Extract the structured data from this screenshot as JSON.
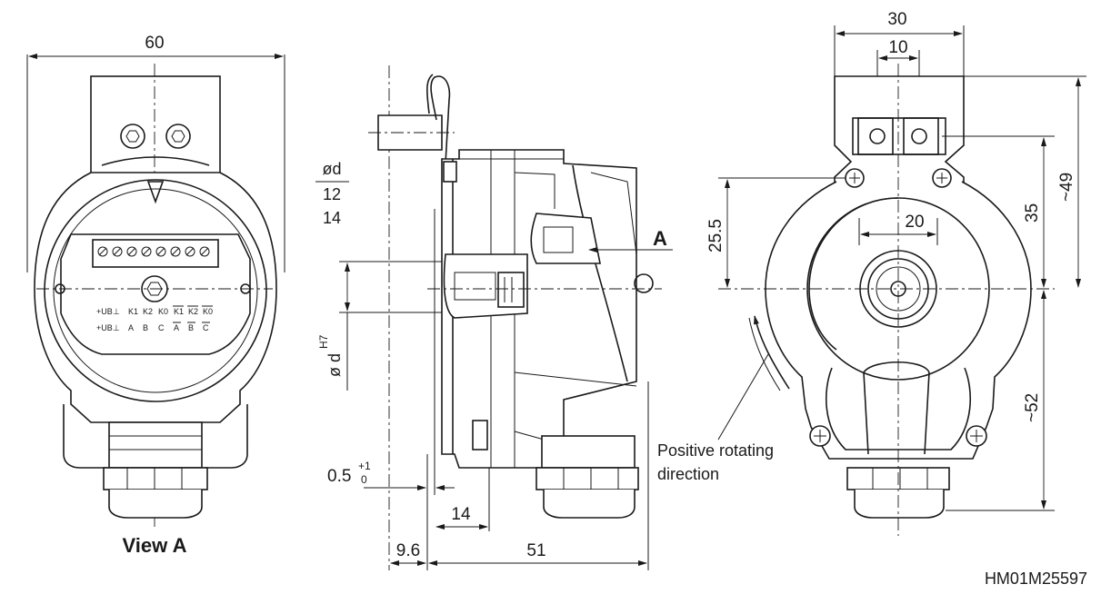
{
  "view_a": {
    "title": "View A",
    "dim_width": "60",
    "terminal_row1": [
      "+UB",
      "⊥",
      "K1",
      "K2",
      "K0",
      "K1",
      "K2",
      "K0"
    ],
    "terminal_row2": [
      "+UB",
      "⊥",
      "A",
      "B",
      "C",
      "A",
      "B",
      "C"
    ]
  },
  "side_view": {
    "diameter_label": "ød",
    "diameter_values": [
      "12",
      "14"
    ],
    "bore_label": "ø d",
    "bore_tolerance": "H7",
    "gap_label": "0.5",
    "gap_tol_upper": "+1",
    "gap_tol_lower": "0",
    "dim_14": "14",
    "dim_9_6": "9.6",
    "dim_51": "51",
    "view_marker": "A"
  },
  "front_view": {
    "dim_30": "30",
    "dim_10": "10",
    "dim_20": "20",
    "dim_25_5": "25.5",
    "dim_35": "35",
    "dim_49": "~49",
    "dim_52": "~52",
    "rotation_label_line1": "Positive rotating",
    "rotation_label_line2": "direction"
  },
  "drawing_number": "HM01M25597"
}
